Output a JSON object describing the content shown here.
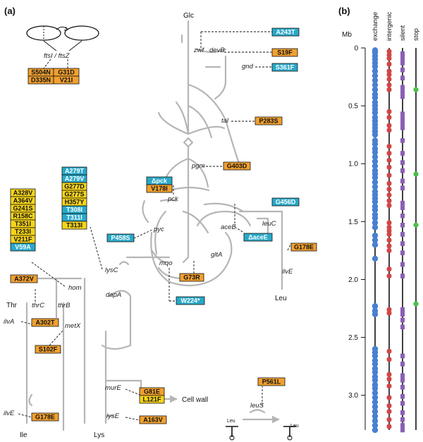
{
  "panel_a_label": "(a)",
  "panel_b_label": "(b)",
  "colors": {
    "orange": "#f0a030",
    "yellow": "#f5d41a",
    "teal": "#29a8c8",
    "blue": "#4a7fd0",
    "red": "#d24545",
    "purple": "#8a5fb5",
    "green": "#4dbf4a",
    "pathway_gray": "#b5b5b5"
  },
  "metabolites": {
    "glc": "Glc",
    "thr": "Thr",
    "ile": "Ile",
    "lys": "Lys",
    "leu": "Leu",
    "cell_wall": "Cell wall",
    "leu_trna_left": "Leu",
    "leu_trna_right": "Leu"
  },
  "genes": {
    "fts": "ftsI / ftsZ",
    "zwf": "zwf",
    "devB": "devB",
    "gnd": "gnd",
    "tal": "tal",
    "pgm": "pgm",
    "pck": "pck",
    "pyc": "pyc",
    "aceE": "aceE",
    "leuC": "leuC",
    "gltA": "gltA",
    "ilvE_right": "ilvE",
    "mqo": "mqo",
    "lysC": "lysC",
    "hom": "hom",
    "dapA": "dapA",
    "thrC": "thrC",
    "thrB": "thrB",
    "metX": "metX",
    "ilvA": "ilvA",
    "murE": "murE",
    "lysE": "lysE",
    "leuS": "leuS",
    "ilvE_left": "ilvE"
  },
  "mutations": {
    "fts_left": [
      "S504N",
      "D335N"
    ],
    "fts_right": [
      "G31D",
      "V21I"
    ],
    "zwf": "A243T",
    "devB": "S19F",
    "gnd": "S361F",
    "tal": "P283S",
    "pgm": "G403D",
    "pck_box": [
      "Δpck",
      "V178I"
    ],
    "pyc_stack": [
      "A279T",
      "A279V",
      "G277D",
      "G277S",
      "H357Y",
      "T308I",
      "T311I",
      "T313I"
    ],
    "hom_stack": [
      "A328V",
      "A364V",
      "G241S",
      "R158C",
      "T351I",
      "T233I",
      "V211F",
      "V59A"
    ],
    "pyc": "P458S",
    "aceE_right": "G456D",
    "aceE_del": "ΔaceE",
    "leuC": "G178E",
    "gltA": "G73R",
    "mqo": "W224*",
    "hom_single": "A372V",
    "ilvA": "A302T",
    "metX": "S102F",
    "murE": [
      "G81E",
      "L121F"
    ],
    "lysE": "A163V",
    "leuS": "P561L",
    "ilvE_left": "G178E"
  },
  "chart_data": {
    "type": "scatter",
    "ylabel": "Mb",
    "ylim": [
      0,
      3.3
    ],
    "y_ticks": [
      "0",
      "0.5",
      "1.0",
      "1.5",
      "2.0",
      "2.5",
      "3.0"
    ],
    "y_tick_values": [
      0,
      0.5,
      1.0,
      1.5,
      2.0,
      2.5,
      3.0
    ],
    "columns": [
      "exchange",
      "intergenic",
      "silent",
      "stop"
    ],
    "series": [
      {
        "name": "exchange",
        "color": "#4a7fd0",
        "positions": [
          0.02,
          0.04,
          0.07,
          0.1,
          0.13,
          0.16,
          0.2,
          0.24,
          0.28,
          0.32,
          0.36,
          0.4,
          0.43,
          0.47,
          0.5,
          0.53,
          0.56,
          0.6,
          0.63,
          0.66,
          0.69,
          0.72,
          0.75,
          0.8,
          0.83,
          0.87,
          0.9,
          0.94,
          0.98,
          1.02,
          1.06,
          1.09,
          1.12,
          1.16,
          1.2,
          1.24,
          1.27,
          1.3,
          1.33,
          1.37,
          1.4,
          1.44,
          1.47,
          1.51,
          1.55,
          1.62,
          1.66,
          1.7,
          1.82,
          2.23,
          2.27,
          2.3,
          2.6,
          2.63,
          2.66,
          2.7,
          2.73,
          2.77,
          2.8,
          2.84,
          2.87,
          2.91,
          2.94,
          2.98,
          3.02,
          3.06,
          3.1,
          3.14,
          3.18,
          3.22,
          3.26,
          3.3
        ]
      },
      {
        "name": "intergenic",
        "color": "#d24545",
        "positions": [
          0.03,
          0.06,
          0.09,
          0.14,
          0.2,
          0.23,
          0.27,
          0.32,
          0.36,
          0.55,
          0.6,
          0.67,
          0.71,
          0.85,
          0.91,
          0.97,
          1.03,
          1.1,
          1.17,
          1.22,
          1.27,
          1.32,
          1.36,
          1.51,
          1.55,
          1.58,
          1.61,
          1.66,
          1.71,
          1.75,
          1.91,
          1.97,
          2.26,
          2.29,
          2.62,
          2.69,
          2.82,
          2.86,
          2.92,
          3.02,
          3.09,
          3.14,
          3.21,
          3.27
        ]
      },
      {
        "name": "silent",
        "color": "#8a5fb5",
        "positions": [
          0.05,
          0.09,
          0.13,
          0.19,
          0.26,
          0.34,
          0.38,
          0.42,
          0.57,
          0.61,
          0.65,
          0.69,
          0.8,
          0.91,
          0.99,
          1.06,
          1.15,
          1.21,
          1.34,
          1.38,
          1.45,
          1.53,
          1.61,
          1.69,
          1.77,
          1.87,
          1.97,
          2.26,
          2.3,
          2.35,
          2.41,
          2.66,
          2.73,
          2.83,
          2.87,
          2.93,
          3.01,
          3.07,
          3.15,
          3.21,
          3.26,
          3.3
        ]
      },
      {
        "name": "stop",
        "color": "#4dbf4a",
        "positions": [
          0.36,
          1.09,
          1.53,
          2.21
        ]
      }
    ]
  }
}
